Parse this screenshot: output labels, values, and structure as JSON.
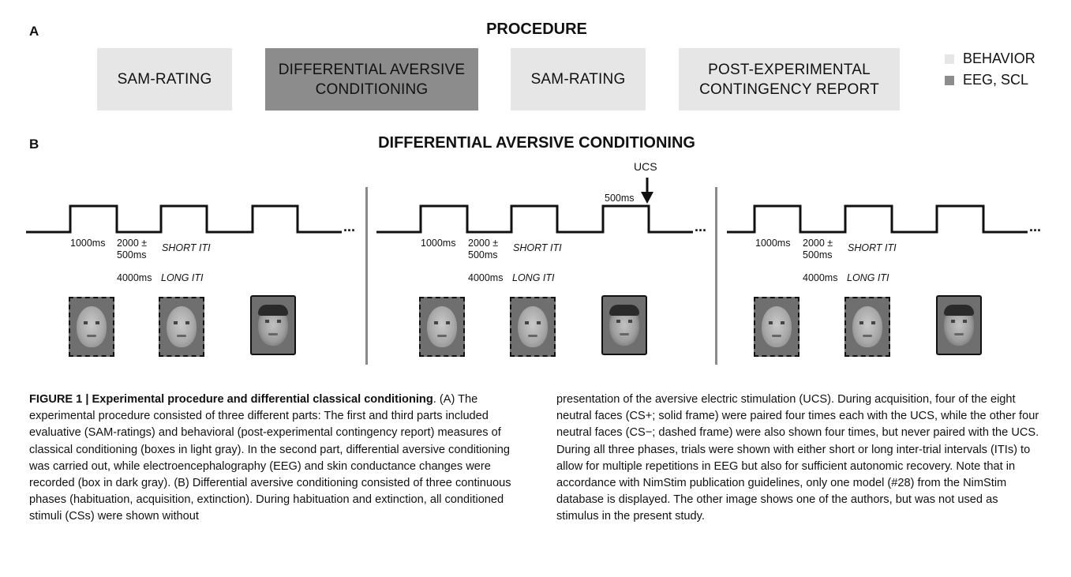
{
  "panel_a": {
    "letter": "A",
    "title": "PROCEDURE",
    "steps": [
      {
        "label": "SAM-RATING",
        "type": "behavior"
      },
      {
        "label": "DIFFERENTIAL AVERSIVE\nCONDITIONING",
        "type": "eeg"
      },
      {
        "label": "SAM-RATING",
        "type": "behavior"
      },
      {
        "label": "POST-EXPERIMENTAL\nCONTINGENCY REPORT",
        "type": "behavior"
      }
    ],
    "legend": [
      {
        "label": "BEHAVIOR",
        "color": "#e6e6e6"
      },
      {
        "label": "EEG, SCL",
        "color": "#8c8c8c"
      }
    ]
  },
  "panel_b": {
    "letter": "B",
    "title": "DIFFERENTIAL AVERSIVE CONDITIONING",
    "ucs_label": "UCS",
    "ucs_duration": "500ms",
    "phases": [
      {
        "stim_duration": "1000ms",
        "iti_short_value": "2000 ±\n500ms",
        "iti_short_label": "SHORT ITI",
        "iti_long_value": "4000ms",
        "iti_long_label": "LONG ITI",
        "ellipsis": "..."
      },
      {
        "stim_duration": "1000ms",
        "iti_short_value": "2000 ±\n500ms",
        "iti_short_label": "SHORT ITI",
        "iti_long_value": "4000ms",
        "iti_long_label": "LONG ITI",
        "ellipsis": "..."
      },
      {
        "stim_duration": "1000ms",
        "iti_short_value": "2000 ±\n500ms",
        "iti_short_label": "SHORT ITI",
        "iti_long_value": "4000ms",
        "iti_long_label": "LONG ITI",
        "ellipsis": "..."
      }
    ]
  },
  "caption": {
    "figure_label": "FIGURE 1 | Experimental procedure and differential classical conditioning",
    "left_text": ". (A) The experimental procedure consisted of three different parts: The first and third parts included evaluative (SAM-ratings) and behavioral (post-experimental contingency report) measures of classical conditioning (boxes in light gray). In the second part, differential aversive conditioning was carried out, while electroencephalography (EEG) and skin conductance changes were recorded (box in dark gray). (B) Differential aversive conditioning consisted of three continuous phases (habituation, acquisition, extinction). During habituation and extinction, all conditioned stimuli (CSs) were shown without",
    "right_text": "presentation of the aversive electric stimulation (UCS). During acquisition, four of the eight neutral faces (CS+; solid frame) were paired four times each with the UCS, while the other four neutral faces (CS−; dashed frame) were also shown four times, but never paired with the UCS. During all three phases, trials were shown with either short or long inter-trial intervals (ITIs) to allow for multiple repetitions in EEG but also for sufficient autonomic recovery. Note that in accordance with NimStim publication guidelines, only one model (#28) from the NimStim database is displayed. The other image shows one of the authors, but was not used as stimulus in the present study."
  }
}
